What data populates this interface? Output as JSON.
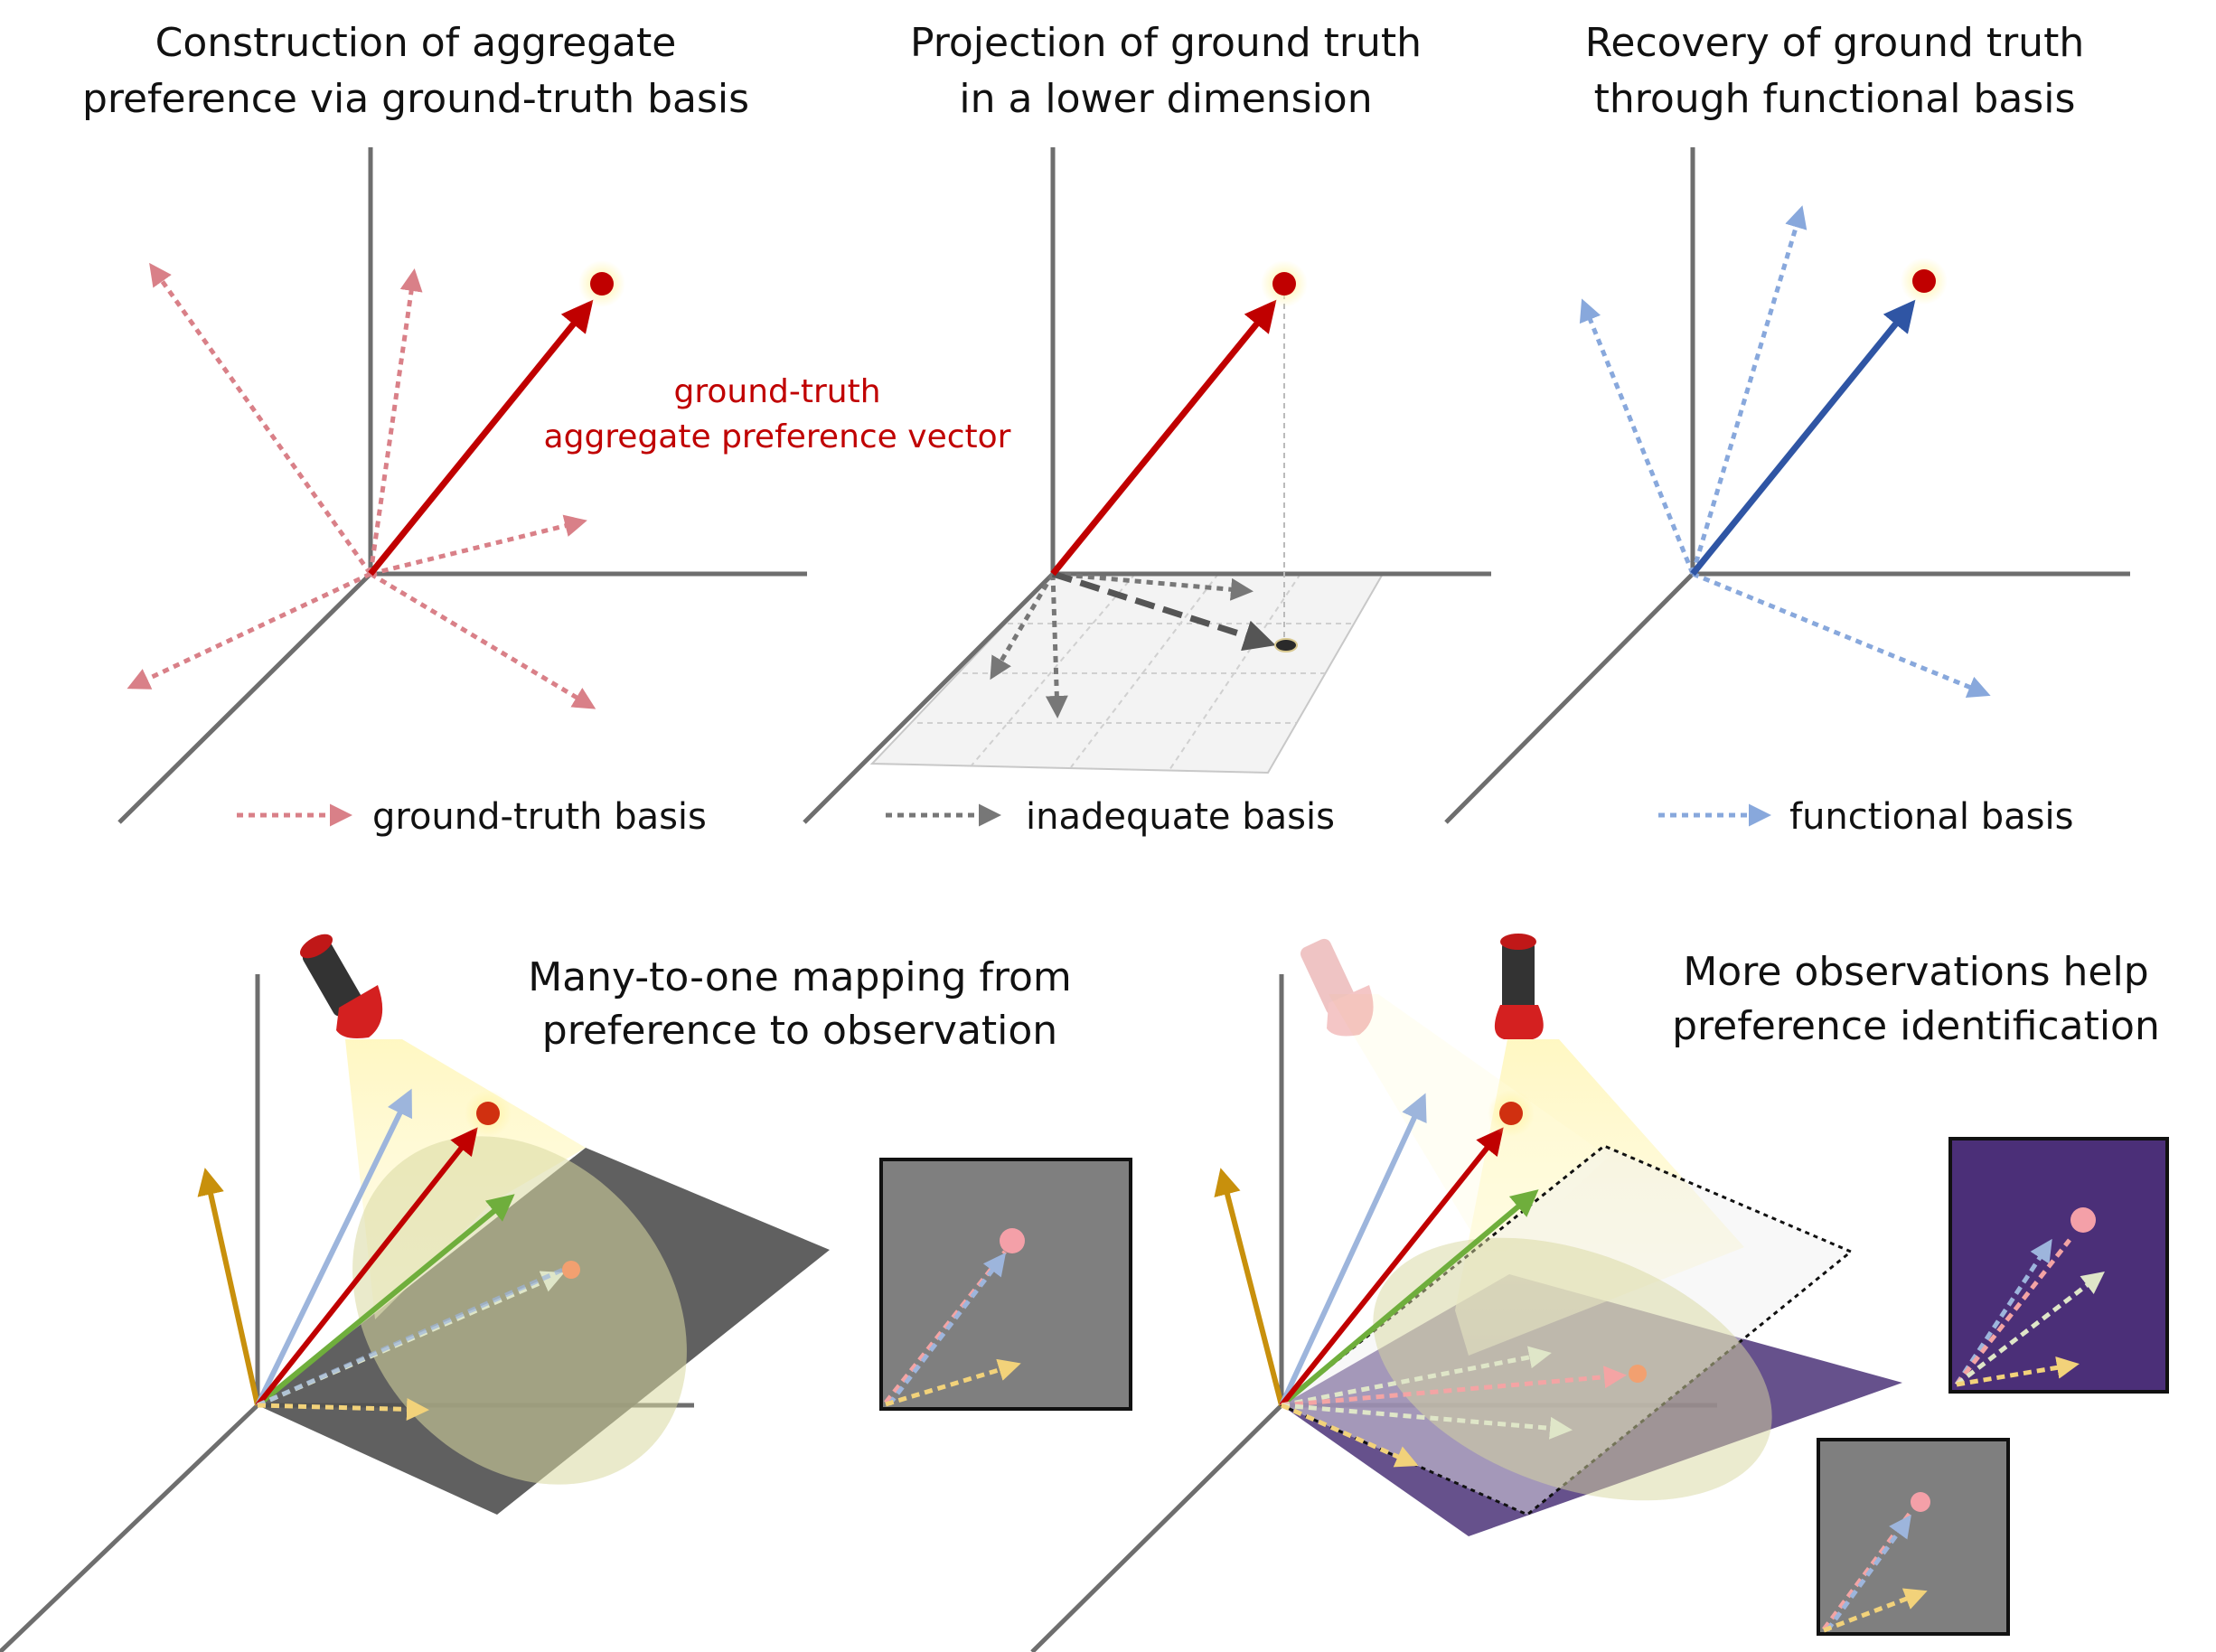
{
  "panels": {
    "p1": {
      "title_line1": "Construction of aggregate",
      "title_line2": "preference via ground-truth basis",
      "annotation_line1": "ground-truth",
      "annotation_line2": "aggregate preference vector",
      "legend": "ground-truth basis"
    },
    "p2": {
      "title_line1": "Projection of ground truth",
      "title_line2": "in a lower dimension",
      "legend": "inadequate basis"
    },
    "p3": {
      "title_line1": "Recovery of ground truth",
      "title_line2": "through functional basis",
      "legend": "functional basis"
    },
    "p4": {
      "title_line1": "Many-to-one mapping from",
      "title_line2": "preference to observation"
    },
    "p5": {
      "title_line1": "More observations help",
      "title_line2": "preference identification"
    }
  },
  "colors": {
    "axis": "#6e6e6e",
    "ground_truth": "#c00000",
    "gt_basis": "#d98088",
    "inadequate_basis": "#777777",
    "functional_basis": "#88a8dc",
    "functional_vector": "#2f55a4",
    "gold_axis": "#c8900c",
    "blue_vec": "#9db5dc",
    "green_vec": "#6fae3c",
    "gray_plane": "#5a5a5a",
    "purple_plane": "#4b3278",
    "screen_gray": "#7f7f7f",
    "screen_purple": "#4b2f78"
  },
  "icons": [
    "flashlight-icon",
    "glow-point-icon"
  ]
}
